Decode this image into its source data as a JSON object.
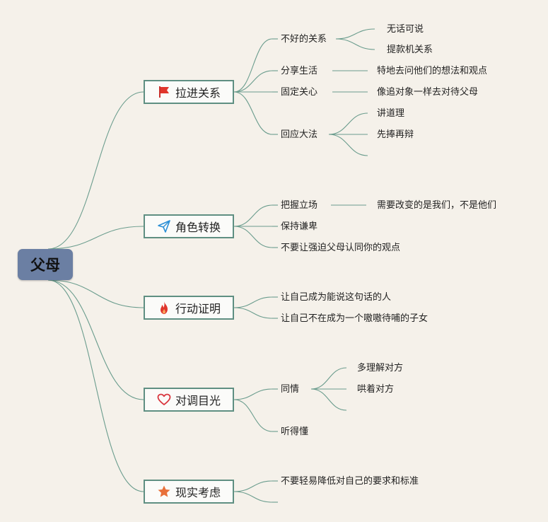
{
  "root": {
    "label": "父母"
  },
  "colors": {
    "line": "#6a9c8d",
    "branch_border": "#5f8f82",
    "root_fill": "#6b7fa3",
    "background": "#f5f1ea"
  },
  "branches": [
    {
      "label": "拉进关系",
      "icon": "red-flag-icon",
      "items": [
        {
          "label": "不好的关系",
          "children": [
            "无话可说",
            "提款机关系"
          ]
        },
        {
          "label": "分享生活",
          "children": [
            "特地去问他们的想法和观点"
          ]
        },
        {
          "label": "固定关心",
          "children": [
            "像追对象一样去对待父母"
          ]
        },
        {
          "label": "回应大法",
          "children": [
            "讲道理",
            "先捧再辩",
            ""
          ]
        }
      ]
    },
    {
      "label": "角色转换",
      "icon": "paper-plane-icon",
      "items": [
        {
          "label": "把握立场",
          "children": [
            "需要改变的是我们，不是他们"
          ]
        },
        {
          "label": "保持谦卑",
          "children": []
        },
        {
          "label": "不要让强迫父母认同你的观点",
          "children": []
        }
      ]
    },
    {
      "label": "行动证明",
      "icon": "fire-icon",
      "items": [
        {
          "label": "让自己成为能说这句话的人",
          "children": []
        },
        {
          "label": "让自己不在成为一个嗷嗷待哺的子女",
          "children": []
        }
      ]
    },
    {
      "label": "对调目光",
      "icon": "heart-icon",
      "items": [
        {
          "label": "同情",
          "children": [
            "多理解对方",
            "哄着对方",
            ""
          ]
        },
        {
          "label": "听得懂",
          "children": []
        }
      ]
    },
    {
      "label": "现实考虑",
      "icon": "star-icon",
      "items": [
        {
          "label": "不要轻易降低对自己的要求和标准",
          "children": []
        },
        {
          "label": "",
          "children": []
        }
      ]
    }
  ]
}
